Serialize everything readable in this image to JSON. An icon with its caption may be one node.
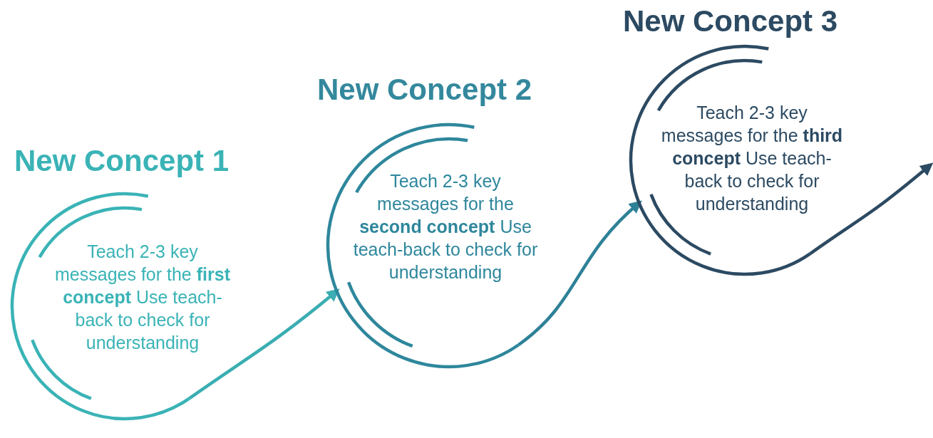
{
  "diagram": {
    "nodes": [
      {
        "text": [
          "New Concept 1",
          "Teach 2-3 key messages for the **first concept** Use teach-back to check for understanding"
        ]
      },
      {
        "text": [
          "New Concept 2",
          "Teach 2-3 key messages for the **second concept** Use teach-back to check for understanding"
        ]
      },
      {
        "text": [
          "New Concept 3",
          "Teach 2-3 key messages for the **third concept** Use teach-back to check for understanding"
        ]
      }
    ],
    "edges": [
      {
        "from": 0,
        "to": 1,
        "arrow": "to",
        "color": "#3aaeb2"
      },
      {
        "from": 1,
        "to": 2,
        "arrow": "to",
        "color": "#2e8197"
      },
      {
        "from": 2,
        "to": null,
        "arrow": "to",
        "color": "#2c4a62"
      }
    ]
  }
}
